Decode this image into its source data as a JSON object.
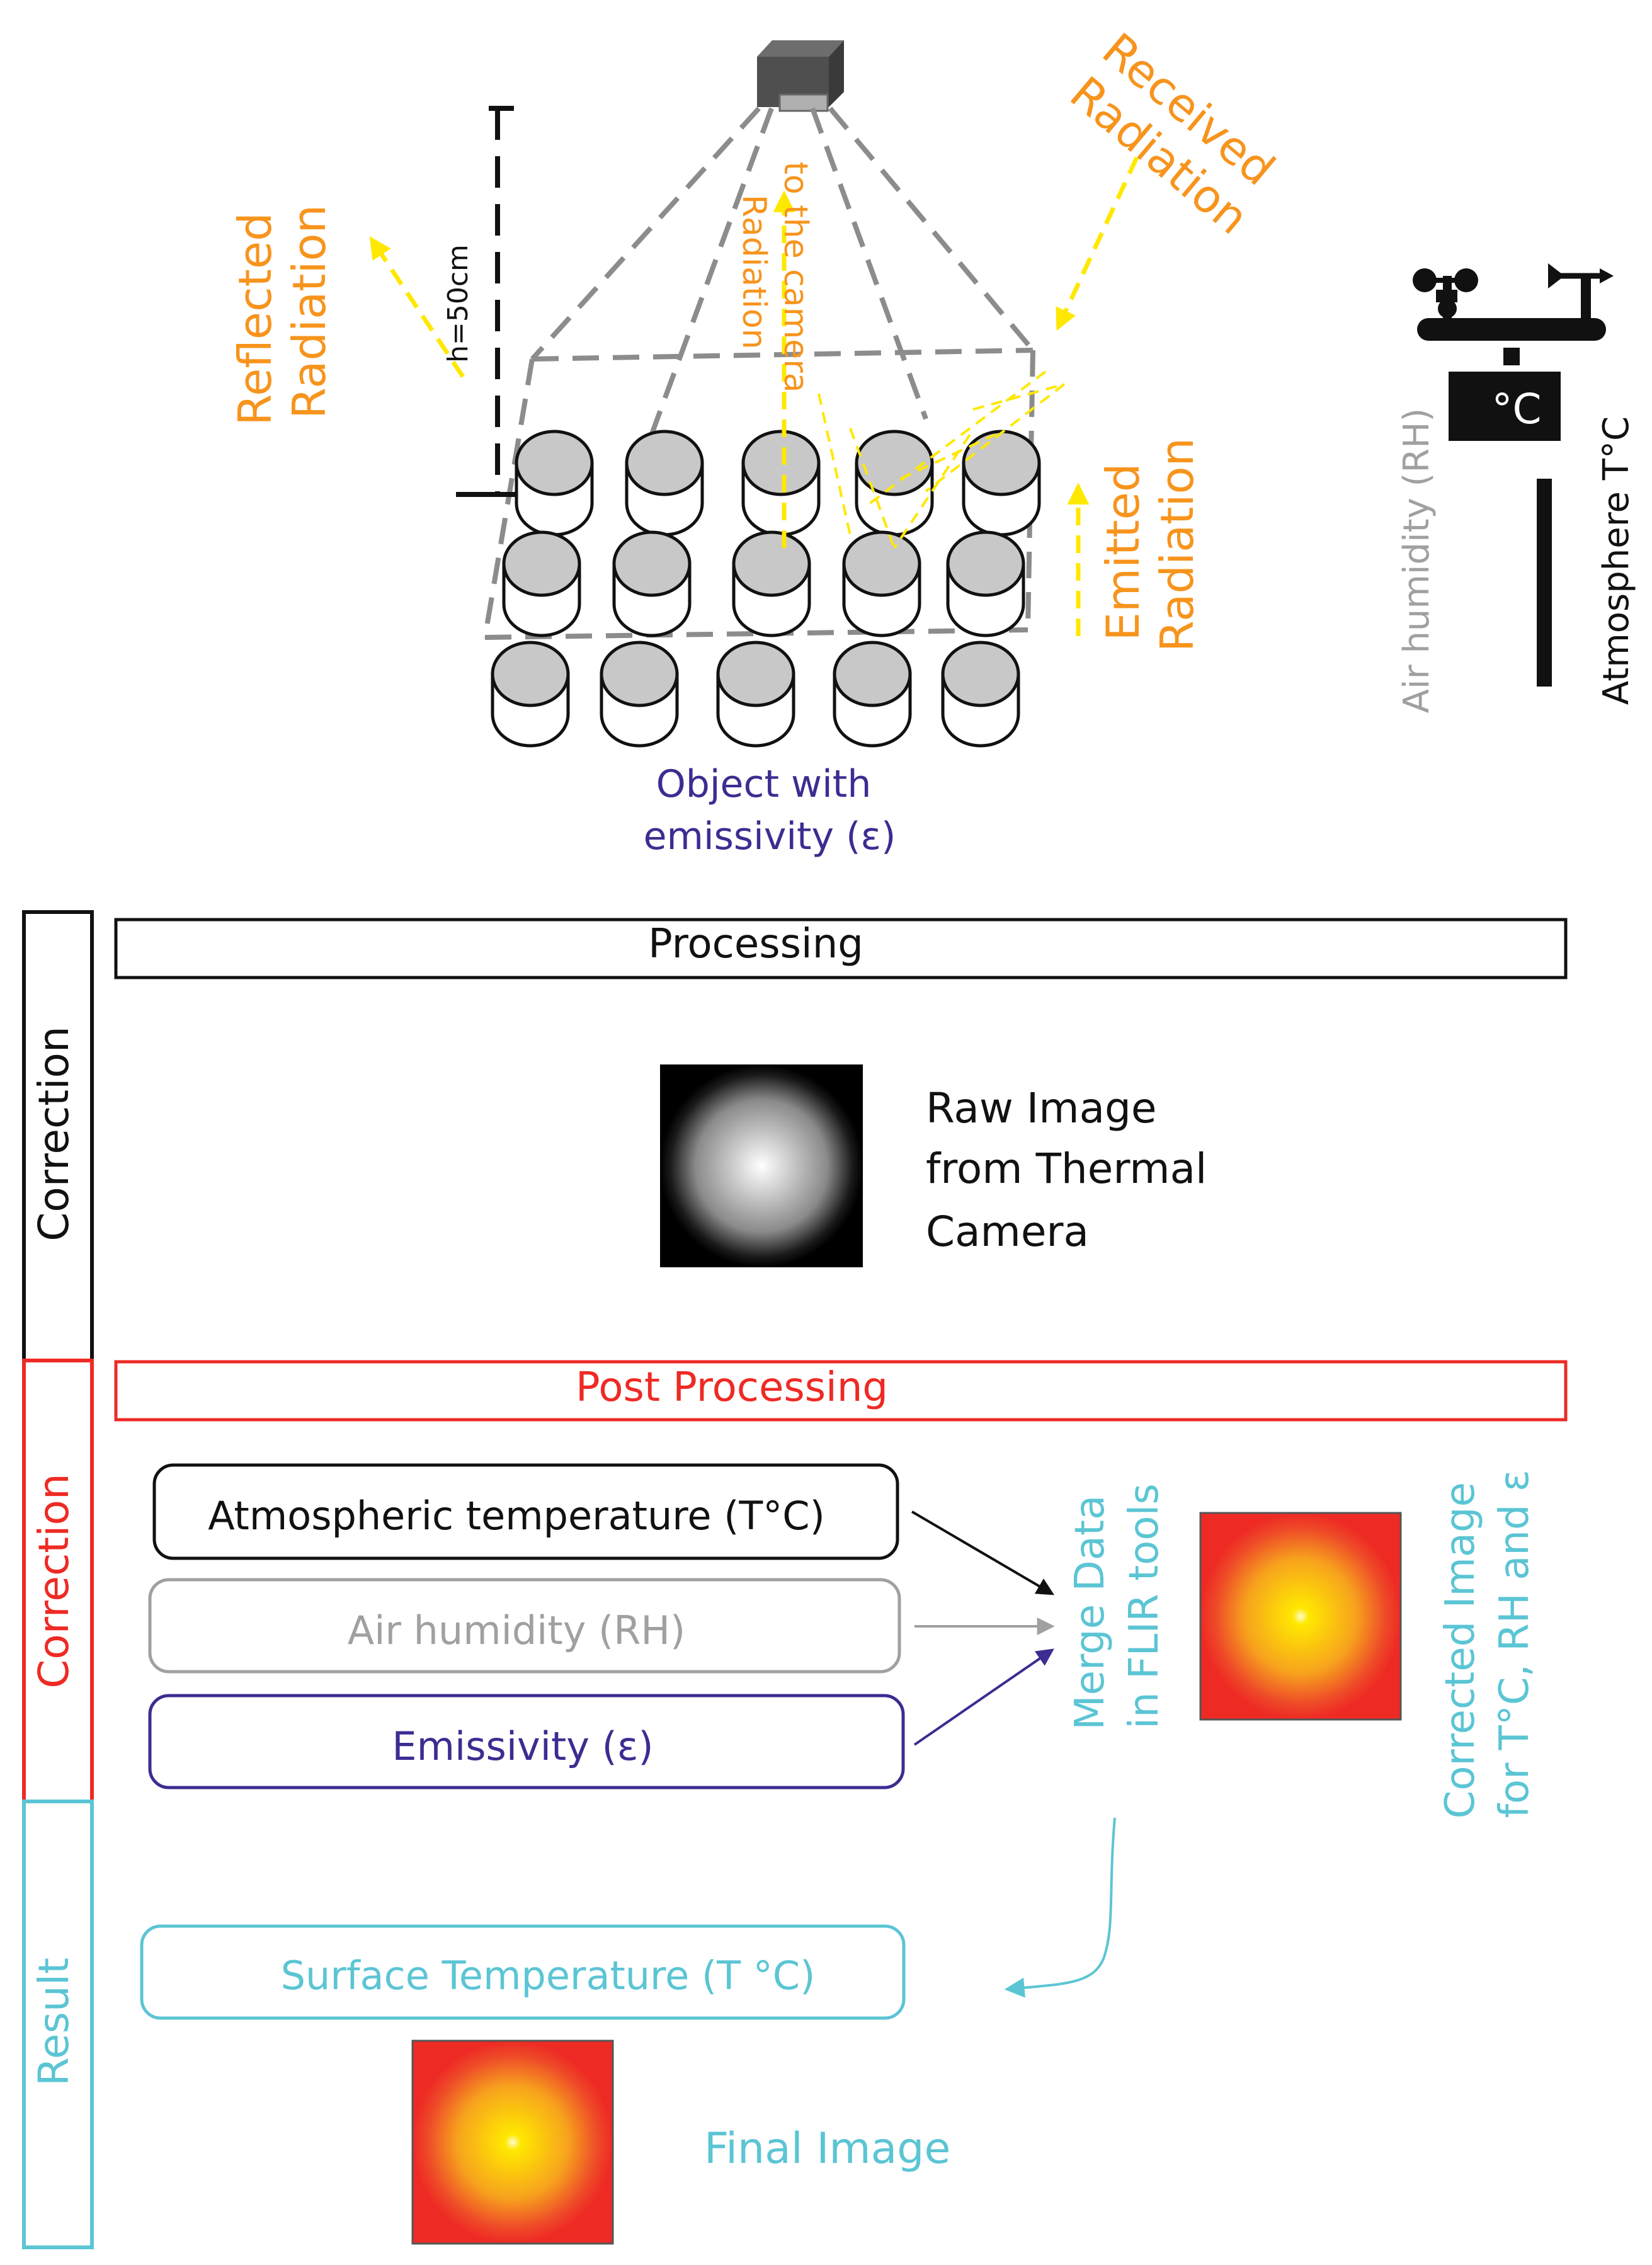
{
  "labels": {
    "reflected_radiation": [
      "Reflected",
      "Radiation"
    ],
    "radiation_to_camera": [
      "Radiation",
      "to the camera"
    ],
    "received_radiation": [
      "Received",
      "Radiation"
    ],
    "emitted_radiation": [
      "Emitted",
      "Radiation"
    ],
    "height": "h=50cm",
    "object": [
      "Object with",
      "emissivity (ε)"
    ],
    "air_humidity": "Air humidity (RH)",
    "atmosphere_temp": "Atmosphere T°C",
    "sensor_unit": "°C"
  },
  "sections": {
    "processing": "Processing",
    "post_processing": "Post Processing",
    "correction_1": "Correction",
    "correction_2": "Correction",
    "result": "Result"
  },
  "raw_image_caption": [
    "Raw Image",
    "from Thermal",
    "Camera"
  ],
  "inputs": {
    "atmospheric_temperature": "Atmospheric temperature (T°C)",
    "air_humidity": "Air humidity (RH)",
    "emissivity": "Emissivity (ε)"
  },
  "merge": [
    "Merge Data",
    "in FLIR tools"
  ],
  "corrected_caption": [
    "Corrected Image",
    "for T°C, RH and ε"
  ],
  "surface_temperature": "Surface Temperature (T °C)",
  "final_image": "Final Image",
  "colors": {
    "orange": "#f7941d",
    "yellow": "#ffe800",
    "purple": "#3b2d91",
    "red": "#ee2a24",
    "cyan": "#5bc5d4",
    "gray": "#a0a0a0",
    "dash_gray": "#8c8c8c"
  }
}
